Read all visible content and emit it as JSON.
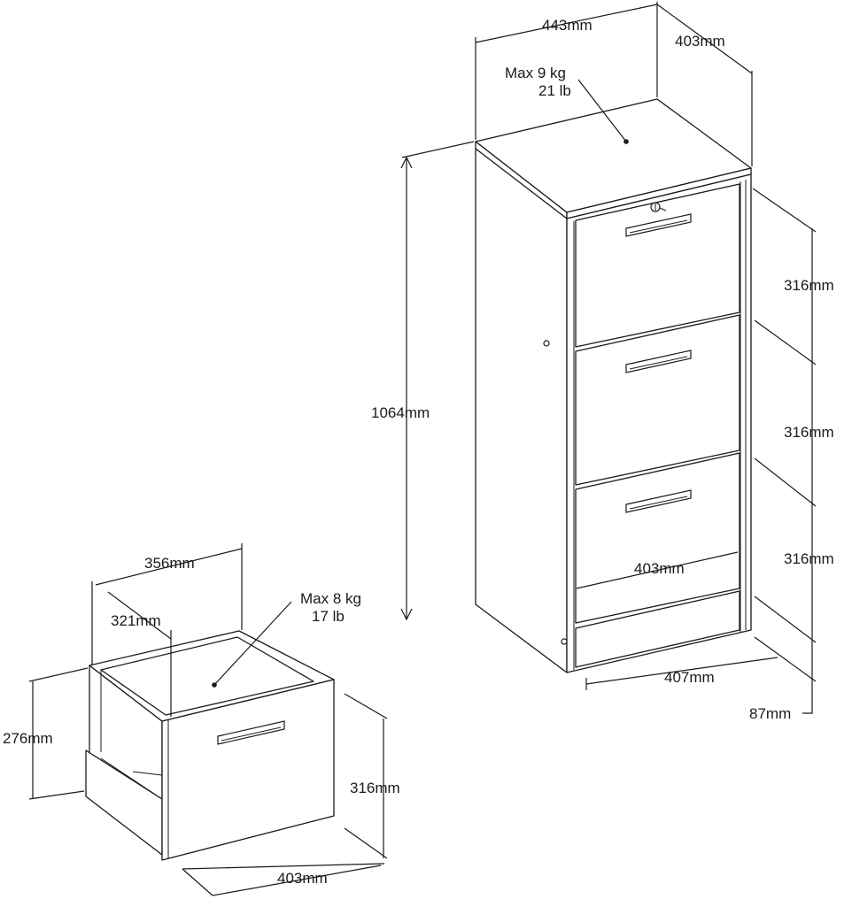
{
  "cabinet": {
    "dim_width": "443mm",
    "dim_depth": "403mm",
    "load_kg": "Max 9 kg",
    "load_lb": "21 lb",
    "dim_height": "1064mm",
    "drawer_height_1": "316mm",
    "drawer_height_2": "316mm",
    "drawer_height_3": "316mm",
    "inner_width": "403mm",
    "base_width": "407mm",
    "base_height": "87mm"
  },
  "drawer": {
    "dim_outer_width": "356mm",
    "dim_inner_width": "321mm",
    "load_kg": "Max 8 kg",
    "load_lb": "17 lb",
    "dim_side_height": "276mm",
    "dim_front_height": "316mm",
    "dim_depth": "403mm"
  }
}
